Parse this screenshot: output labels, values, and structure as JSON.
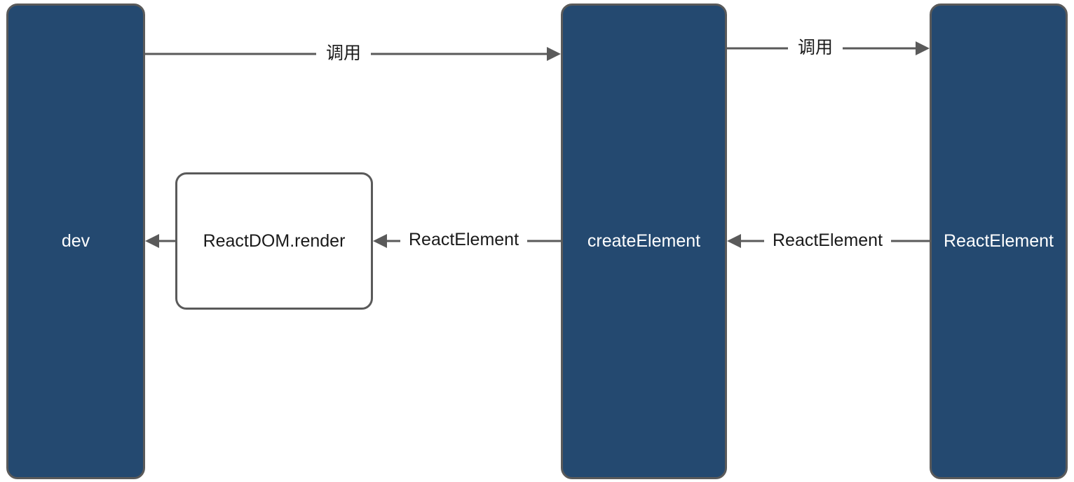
{
  "nodes": {
    "dev": "dev",
    "create_element": "createElement",
    "react_element": "ReactElement",
    "reactdom_render": "ReactDOM.render"
  },
  "edges": {
    "call_1": "调用",
    "call_2": "调用",
    "return_1": "ReactElement",
    "return_2": "ReactElement"
  },
  "colors": {
    "lane_fill": "#244970",
    "stroke": "#5a5a5a",
    "text_dark": "#1a1a1a",
    "text_light": "#ffffff"
  }
}
